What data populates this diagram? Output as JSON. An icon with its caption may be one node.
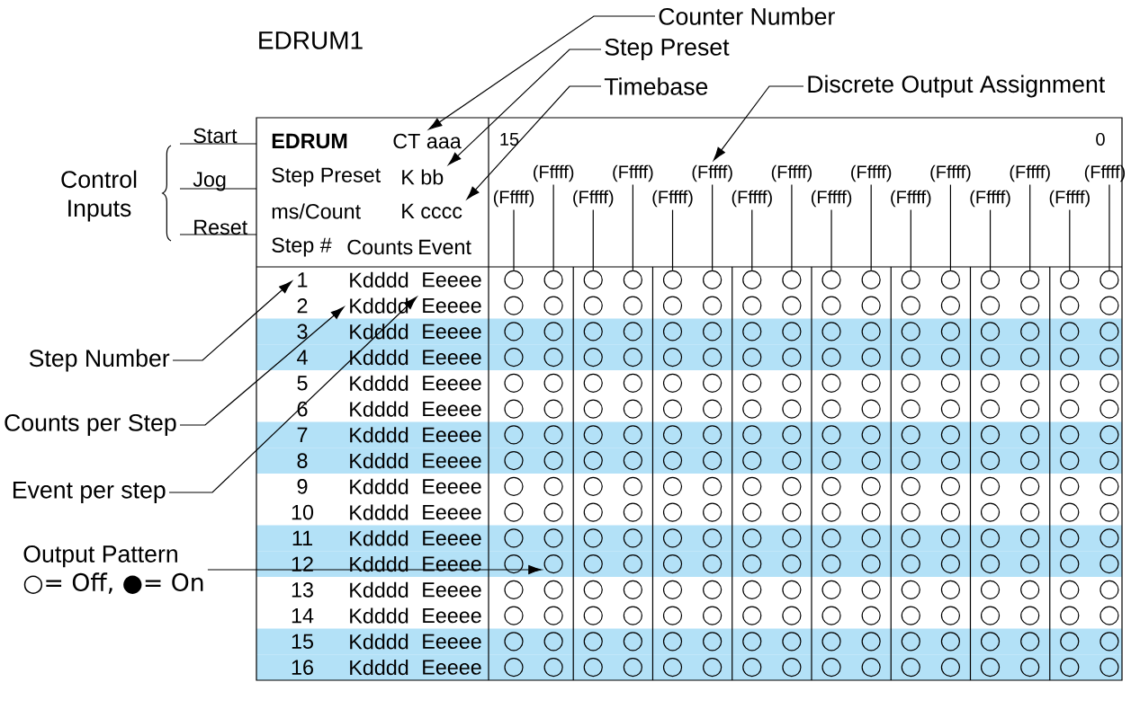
{
  "diagram": {
    "title": "EDRUM1",
    "nodes": [
      {
        "text": [
          "Counter Number"
        ]
      },
      {
        "text": [
          "Step Preset"
        ]
      },
      {
        "text": [
          "Timebase"
        ]
      },
      {
        "text": [
          "Discrete Output Assignment"
        ]
      },
      {
        "text": [
          "CT aaa"
        ]
      },
      {
        "text": [
          "K bb"
        ]
      },
      {
        "text": [
          "K cccc"
        ]
      },
      {
        "text": [
          "Step Number"
        ]
      },
      {
        "text": [
          "1"
        ]
      },
      {
        "text": [
          "Kdddd"
        ]
      },
      {
        "text": [
          "Eeeee"
        ]
      },
      {
        "text": [
          "Counts per Step"
        ]
      },
      {
        "text": [
          "Event per step"
        ]
      },
      {
        "text": [
          "Output Pattern",
          "○= Off, ●= On"
        ]
      },
      {
        "text": [
          "(Fffff)"
        ]
      },
      {
        "text": [
          "(Fffff)"
        ]
      },
      {
        "text": [
          "(Fffff)"
        ]
      },
      {
        "text": [
          "(Fffff)"
        ]
      },
      {
        "text": [
          "(Fffff)"
        ]
      },
      {
        "text": [
          "(Fffff)"
        ]
      },
      {
        "text": [
          "(Fffff)"
        ]
      },
      {
        "text": [
          "(Fffff)"
        ]
      },
      {
        "text": [
          "(Fffff)"
        ]
      },
      {
        "text": [
          "(Fffff)"
        ]
      },
      {
        "text": [
          "(Fffff)"
        ]
      },
      {
        "text": [
          "(Fffff)"
        ]
      },
      {
        "text": [
          "(Fffff)"
        ]
      },
      {
        "text": [
          "(Fffff)"
        ]
      },
      {
        "text": [
          "(Fffff)"
        ]
      },
      {
        "text": [
          "(Fffff)"
        ]
      },
      {
        "text": [],
        "shape": "circle"
      },
      {
        "text": [],
        "shape": "circle"
      },
      {
        "text": [],
        "shape": "circle"
      },
      {
        "text": [],
        "shape": "circle"
      },
      {
        "text": [],
        "shape": "circle"
      },
      {
        "text": [],
        "shape": "circle"
      },
      {
        "text": [],
        "shape": "circle"
      },
      {
        "text": [],
        "shape": "circle"
      },
      {
        "text": [],
        "shape": "circle"
      },
      {
        "text": [],
        "shape": "circle"
      },
      {
        "text": [],
        "shape": "circle"
      },
      {
        "text": [],
        "shape": "circle"
      },
      {
        "text": [],
        "shape": "circle"
      },
      {
        "text": [],
        "shape": "circle"
      },
      {
        "text": [],
        "shape": "circle"
      },
      {
        "text": [],
        "shape": "circle"
      },
      {
        "text": [],
        "shape": "circle"
      },
      {
        "text": [],
        "shape": "circle"
      },
      {
        "text": [],
        "shape": "circle"
      },
      {
        "text": [],
        "shape": "circle"
      },
      {
        "text": [],
        "shape": "circle"
      },
      {
        "text": [],
        "shape": "circle"
      },
      {
        "text": [],
        "shape": "circle"
      },
      {
        "text": [],
        "shape": "circle"
      },
      {
        "text": [],
        "shape": "circle"
      },
      {
        "text": [],
        "shape": "circle"
      },
      {
        "text": [],
        "shape": "circle"
      },
      {
        "text": [],
        "shape": "circle"
      },
      {
        "text": [],
        "shape": "circle"
      },
      {
        "text": [],
        "shape": "circle"
      },
      {
        "text": [],
        "shape": "circle"
      },
      {
        "text": [],
        "shape": "circle"
      },
      {
        "text": [],
        "shape": "circle"
      },
      {
        "text": [],
        "shape": "circle"
      },
      {
        "text": [],
        "shape": "circle"
      },
      {
        "text": [],
        "shape": "circle"
      },
      {
        "text": [],
        "shape": "circle"
      },
      {
        "text": [],
        "shape": "circle"
      },
      {
        "text": [],
        "shape": "circle"
      },
      {
        "text": [],
        "shape": "circle"
      },
      {
        "text": [],
        "shape": "circle"
      },
      {
        "text": [],
        "shape": "circle"
      },
      {
        "text": [],
        "shape": "circle"
      },
      {
        "text": [],
        "shape": "circle"
      },
      {
        "text": [],
        "shape": "circle"
      },
      {
        "text": [],
        "shape": "circle"
      },
      {
        "text": [],
        "shape": "circle"
      },
      {
        "text": [],
        "shape": "circle"
      },
      {
        "text": [],
        "shape": "circle"
      },
      {
        "text": [],
        "shape": "circle"
      },
      {
        "text": [],
        "shape": "circle"
      },
      {
        "text": [],
        "shape": "circle"
      },
      {
        "text": [],
        "shape": "circle"
      },
      {
        "text": [],
        "shape": "circle"
      },
      {
        "text": [],
        "shape": "circle"
      },
      {
        "text": [],
        "shape": "circle"
      },
      {
        "text": [],
        "shape": "circle"
      },
      {
        "text": [],
        "shape": "circle"
      },
      {
        "text": [],
        "shape": "circle"
      },
      {
        "text": [],
        "shape": "circle"
      },
      {
        "text": [],
        "shape": "circle"
      },
      {
        "text": [],
        "shape": "circle"
      },
      {
        "text": [],
        "shape": "circle"
      },
      {
        "text": [],
        "shape": "circle"
      },
      {
        "text": [],
        "shape": "circle"
      },
      {
        "text": [],
        "shape": "circle"
      },
      {
        "text": [],
        "shape": "circle"
      },
      {
        "text": [],
        "shape": "circle"
      },
      {
        "text": [],
        "shape": "circle"
      },
      {
        "text": [],
        "shape": "circle"
      },
      {
        "text": [],
        "shape": "circle"
      },
      {
        "text": [],
        "shape": "circle"
      },
      {
        "text": [],
        "shape": "circle"
      },
      {
        "text": [],
        "shape": "circle"
      },
      {
        "text": [],
        "shape": "circle"
      },
      {
        "text": [],
        "shape": "circle"
      },
      {
        "text": [],
        "shape": "circle"
      },
      {
        "text": [],
        "shape": "circle"
      },
      {
        "text": [],
        "shape": "circle"
      },
      {
        "text": [],
        "shape": "circle"
      },
      {
        "text": [],
        "shape": "circle"
      },
      {
        "text": [],
        "shape": "circle"
      },
      {
        "text": [],
        "shape": "circle"
      },
      {
        "text": [],
        "shape": "circle"
      },
      {
        "text": [],
        "shape": "circle"
      },
      {
        "text": [],
        "shape": "circle"
      },
      {
        "text": [],
        "shape": "circle"
      },
      {
        "text": [],
        "shape": "circle"
      },
      {
        "text": [],
        "shape": "circle"
      },
      {
        "text": [],
        "shape": "circle"
      },
      {
        "text": [],
        "shape": "circle"
      },
      {
        "text": [],
        "shape": "circle"
      },
      {
        "text": [],
        "shape": "circle"
      },
      {
        "text": [],
        "shape": "circle"
      },
      {
        "text": [],
        "shape": "circle"
      },
      {
        "text": [],
        "shape": "circle"
      },
      {
        "text": [],
        "shape": "circle"
      },
      {
        "text": [],
        "shape": "circle"
      },
      {
        "text": [],
        "shape": "circle"
      },
      {
        "text": [],
        "shape": "circle"
      },
      {
        "text": [],
        "shape": "circle"
      },
      {
        "text": [],
        "shape": "circle"
      },
      {
        "text": [],
        "shape": "circle"
      },
      {
        "text": [],
        "shape": "circle"
      },
      {
        "text": [],
        "shape": "circle"
      },
      {
        "text": [],
        "shape": "circle"
      },
      {
        "text": [],
        "shape": "circle"
      },
      {
        "text": [],
        "shape": "circle"
      },
      {
        "text": [],
        "shape": "circle"
      },
      {
        "text": [],
        "shape": "circle"
      },
      {
        "text": [],
        "shape": "circle"
      },
      {
        "text": [],
        "shape": "circle"
      },
      {
        "text": [],
        "shape": "circle"
      },
      {
        "text": [],
        "shape": "circle"
      },
      {
        "text": [],
        "shape": "circle"
      },
      {
        "text": [],
        "shape": "circle"
      },
      {
        "text": [],
        "shape": "circle"
      },
      {
        "text": [],
        "shape": "circle"
      },
      {
        "text": [],
        "shape": "circle"
      },
      {
        "text": [],
        "shape": "circle"
      },
      {
        "text": [],
        "shape": "circle"
      },
      {
        "text": [],
        "shape": "circle"
      },
      {
        "text": [],
        "shape": "circle"
      },
      {
        "text": [],
        "shape": "circle"
      },
      {
        "text": [],
        "shape": "circle"
      },
      {
        "text": [],
        "shape": "circle"
      },
      {
        "text": [],
        "shape": "circle"
      },
      {
        "text": [],
        "shape": "circle"
      },
      {
        "text": [],
        "shape": "circle"
      },
      {
        "text": [],
        "shape": "circle"
      },
      {
        "text": [],
        "shape": "circle"
      },
      {
        "text": [],
        "shape": "circle"
      },
      {
        "text": [],
        "shape": "circle"
      },
      {
        "text": [],
        "shape": "circle"
      },
      {
        "text": [],
        "shape": "circle"
      },
      {
        "text": [],
        "shape": "circle"
      },
      {
        "text": [],
        "shape": "circle"
      },
      {
        "text": [],
        "shape": "circle"
      },
      {
        "text": [],
        "shape": "circle"
      },
      {
        "text": [],
        "shape": "circle"
      },
      {
        "text": [],
        "shape": "circle"
      },
      {
        "text": [],
        "shape": "circle"
      },
      {
        "text": [],
        "shape": "circle"
      },
      {
        "text": [],
        "shape": "circle"
      },
      {
        "text": [],
        "shape": "circle"
      },
      {
        "text": [],
        "shape": "circle"
      },
      {
        "text": [],
        "shape": "circle"
      },
      {
        "text": [],
        "shape": "circle"
      },
      {
        "text": [],
        "shape": "circle"
      },
      {
        "text": [],
        "shape": "circle"
      },
      {
        "text": [],
        "shape": "circle"
      },
      {
        "text": [],
        "shape": "circle"
      },
      {
        "text": [],
        "shape": "circle"
      },
      {
        "text": [],
        "shape": "circle"
      },
      {
        "text": [],
        "shape": "circle"
      },
      {
        "text": [],
        "shape": "circle"
      },
      {
        "text": [],
        "shape": "circle"
      },
      {
        "text": [],
        "shape": "circle"
      },
      {
        "text": [],
        "shape": "circle"
      },
      {
        "text": [],
        "shape": "circle"
      },
      {
        "text": [],
        "shape": "circle"
      },
      {
        "text": [],
        "shape": "circle"
      },
      {
        "text": [],
        "shape": "circle"
      },
      {
        "text": [],
        "shape": "circle"
      },
      {
        "text": [],
        "shape": "circle"
      },
      {
        "text": [],
        "shape": "circle"
      },
      {
        "text": [],
        "shape": "circle"
      },
      {
        "text": [],
        "shape": "circle"
      },
      {
        "text": [],
        "shape": "circle"
      },
      {
        "text": [],
        "shape": "circle"
      },
      {
        "text": [],
        "shape": "circle"
      },
      {
        "text": [],
        "shape": "circle"
      },
      {
        "text": [],
        "shape": "circle"
      },
      {
        "text": [],
        "shape": "circle"
      },
      {
        "text": [],
        "shape": "circle"
      },
      {
        "text": [],
        "shape": "circle"
      },
      {
        "text": [],
        "shape": "circle"
      },
      {
        "text": [],
        "shape": "circle"
      },
      {
        "text": [],
        "shape": "circle"
      },
      {
        "text": [],
        "shape": "circle"
      },
      {
        "text": [],
        "shape": "circle"
      },
      {
        "text": [],
        "shape": "circle"
      },
      {
        "text": [],
        "shape": "circle"
      },
      {
        "text": [],
        "shape": "circle"
      },
      {
        "text": [],
        "shape": "circle"
      },
      {
        "text": [],
        "shape": "circle"
      },
      {
        "text": [],
        "shape": "circle"
      },
      {
        "text": [],
        "shape": "circle"
      },
      {
        "text": [],
        "shape": "circle"
      },
      {
        "text": [],
        "shape": "circle"
      },
      {
        "text": [],
        "shape": "circle"
      },
      {
        "text": [],
        "shape": "circle"
      },
      {
        "text": [],
        "shape": "circle"
      },
      {
        "text": [],
        "shape": "circle"
      },
      {
        "text": [],
        "shape": "circle"
      },
      {
        "text": [],
        "shape": "circle"
      },
      {
        "text": [],
        "shape": "circle"
      },
      {
        "text": [],
        "shape": "circle"
      },
      {
        "text": [],
        "shape": "circle"
      },
      {
        "text": [],
        "shape": "circle"
      },
      {
        "text": [],
        "shape": "circle"
      },
      {
        "text": [],
        "shape": "circle"
      },
      {
        "text": [],
        "shape": "circle"
      },
      {
        "text": [],
        "shape": "circle"
      },
      {
        "text": [],
        "shape": "circle"
      },
      {
        "text": [],
        "shape": "circle"
      },
      {
        "text": [],
        "shape": "circle"
      },
      {
        "text": [],
        "shape": "circle"
      },
      {
        "text": [],
        "shape": "circle"
      },
      {
        "text": [],
        "shape": "circle"
      },
      {
        "text": [],
        "shape": "circle"
      },
      {
        "text": [],
        "shape": "circle"
      },
      {
        "text": [],
        "shape": "circle"
      },
      {
        "text": [],
        "shape": "circle"
      },
      {
        "text": [],
        "shape": "circle"
      },
      {
        "text": [],
        "shape": "circle"
      },
      {
        "text": [],
        "shape": "circle"
      },
      {
        "text": [],
        "shape": "circle"
      },
      {
        "text": [],
        "shape": "circle"
      },
      {
        "text": [],
        "shape": "circle"
      },
      {
        "text": [],
        "shape": "circle"
      },
      {
        "text": [],
        "shape": "circle"
      },
      {
        "text": [],
        "shape": "circle"
      },
      {
        "text": [],
        "shape": "circle"
      },
      {
        "text": [],
        "shape": "circle"
      },
      {
        "text": [],
        "shape": "circle"
      },
      {
        "text": [],
        "shape": "circle"
      },
      {
        "text": [],
        "shape": "circle"
      },
      {
        "text": [],
        "shape": "circle"
      },
      {
        "text": [],
        "shape": "circle"
      },
      {
        "text": [],
        "shape": "circle"
      },
      {
        "text": [],
        "shape": "circle"
      },
      {
        "text": [],
        "shape": "circle"
      },
      {
        "text": [],
        "shape": "circle"
      },
      {
        "text": [],
        "shape": "circle"
      },
      {
        "text": [],
        "shape": "circle"
      },
      {
        "text": [],
        "shape": "circle"
      },
      {
        "text": [],
        "shape": "circle"
      },
      {
        "text": [],
        "shape": "circle"
      },
      {
        "text": [],
        "shape": "circle"
      },
      {
        "text": [],
        "shape": "circle"
      },
      {
        "text": [],
        "shape": "circle"
      },
      {
        "text": [],
        "shape": "circle"
      },
      {
        "text": [],
        "shape": "circle"
      },
      {
        "text": [],
        "shape": "circle"
      },
      {
        "text": [],
        "shape": "circle"
      },
      {
        "text": [],
        "shape": "circle"
      },
      {
        "text": [],
        "shape": "circle"
      },
      {
        "text": [],
        "shape": "circle"
      },
      {
        "text": [],
        "shape": "circle"
      },
      {
        "text": [],
        "shape": "circle"
      },
      {
        "text": [],
        "shape": "circle"
      },
      {
        "text": [],
        "shape": "circle"
      },
      {
        "text": [],
        "shape": "circle"
      },
      {
        "text": [],
        "shape": "circle"
      },
      {
        "text": [],
        "shape": "circle"
      }
    ],
    "edges": [
      {
        "from": 0,
        "to": 4,
        "arrow": "to"
      },
      {
        "from": 1,
        "to": 5,
        "arrow": "to"
      },
      {
        "from": 2,
        "to": 6,
        "arrow": "to"
      },
      {
        "from": 3,
        "to": 19,
        "arrow": "to"
      },
      {
        "from": 7,
        "to": 8,
        "arrow": "to"
      },
      {
        "from": 11,
        "to": 9,
        "arrow": "to"
      },
      {
        "from": 12,
        "to": 10,
        "arrow": "to"
      },
      {
        "from": 13,
        "to": 207,
        "arrow": "to"
      },
      {
        "from": 14,
        "to": 30,
        "arrow": "none"
      },
      {
        "from": 15,
        "to": 31,
        "arrow": "none"
      },
      {
        "from": 16,
        "to": 32,
        "arrow": "none"
      },
      {
        "from": 17,
        "to": 33,
        "arrow": "none"
      },
      {
        "from": 18,
        "to": 34,
        "arrow": "none"
      },
      {
        "from": 19,
        "to": 35,
        "arrow": "none"
      },
      {
        "from": 20,
        "to": 36,
        "arrow": "none"
      },
      {
        "from": 21,
        "to": 37,
        "arrow": "none"
      },
      {
        "from": 22,
        "to": 38,
        "arrow": "none"
      },
      {
        "from": 23,
        "to": 39,
        "arrow": "none"
      },
      {
        "from": 24,
        "to": 40,
        "arrow": "none"
      },
      {
        "from": 25,
        "to": 41,
        "arrow": "none"
      },
      {
        "from": 26,
        "to": 42,
        "arrow": "none"
      },
      {
        "from": 27,
        "to": 43,
        "arrow": "none"
      },
      {
        "from": 28,
        "to": 44,
        "arrow": "none"
      },
      {
        "from": 29,
        "to": 45,
        "arrow": "none"
      }
    ],
    "labels": [
      "Control Inputs",
      "Start",
      "Jog",
      "Reset",
      "EDRUM",
      "Step Preset",
      "ms/Count",
      "Step #",
      "Counts",
      "Event",
      "15",
      "0",
      "Kdddd",
      "Eeeee",
      "2",
      "3",
      "Kdddd",
      "Eeeee",
      "4",
      "Kdddd",
      "Eeeee",
      "5",
      "Kdddd",
      "Eeeee",
      "6",
      "Kdddd",
      "Eeeee",
      "7",
      "Kdddd",
      "Eeeee",
      "8",
      "Kdddd",
      "Eeeee",
      "9",
      "Kdddd",
      "Eeeee",
      "10",
      "Kdddd",
      "Eeeee",
      "11",
      "Kdddd",
      "Eeeee",
      "12",
      "Kdddd",
      "Eeeee",
      "13",
      "Kdddd",
      "Eeeee",
      "14",
      "Kdddd",
      "Eeeee",
      "15",
      "Kdddd",
      "Eeeee",
      "16",
      "Kdddd",
      "Eeeee"
    ]
  }
}
